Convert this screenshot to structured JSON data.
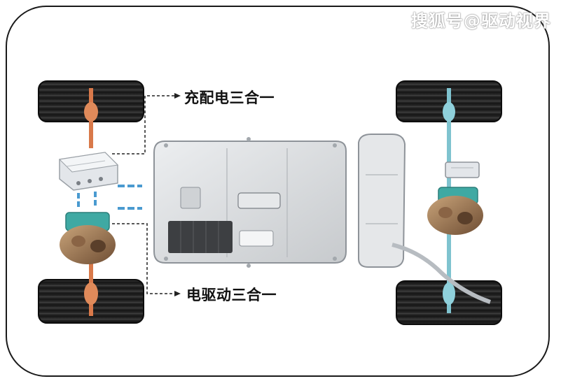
{
  "labels": {
    "charging_unit": "充配电三合一",
    "drive_unit": "电驱动三合一"
  },
  "watermark": "搜狐号@驱动视界",
  "colors": {
    "frame": "#1a1a1a",
    "tire": "#1f1f1f",
    "front_shaft": "#d9794a",
    "rear_shaft": "#7fc3cf",
    "coolant_link": "#4a9ad0",
    "battery_pack": "#d7d9dc",
    "leader_line": "#222222"
  }
}
